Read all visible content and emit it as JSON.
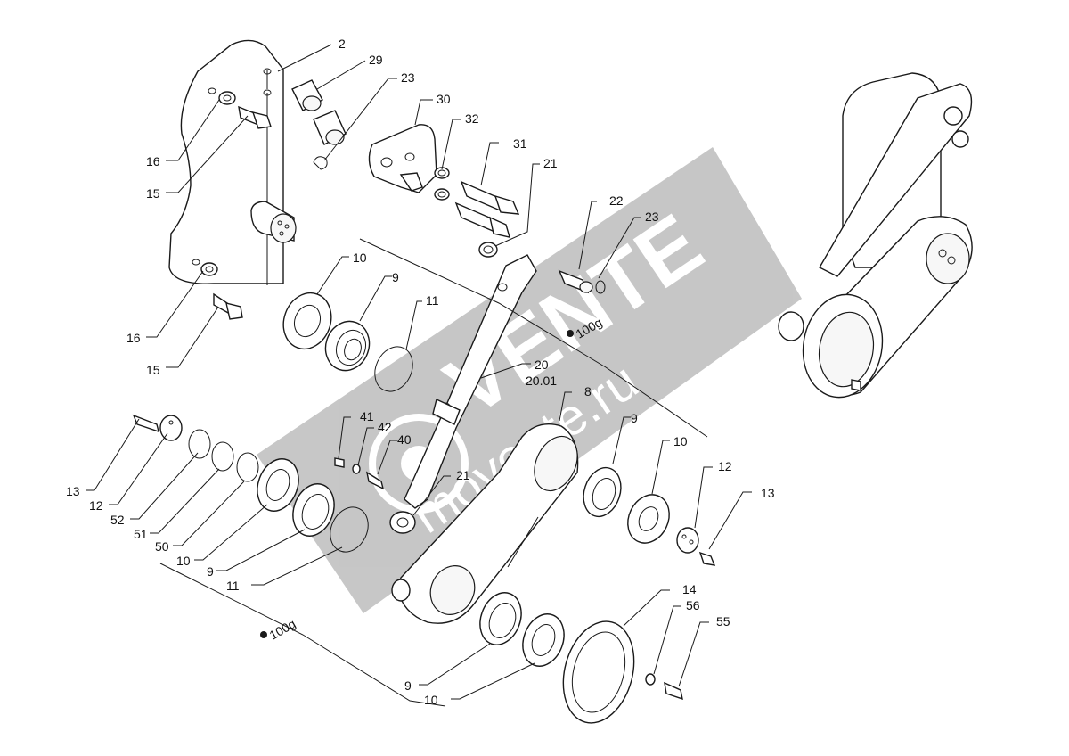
{
  "callouts": {
    "c2": "2",
    "c29": "29",
    "c23a": "23",
    "c30": "30",
    "c32": "32",
    "c31": "31",
    "c21a": "21",
    "c16a": "16",
    "c15a": "15",
    "c16b": "16",
    "c15b": "15",
    "c10a": "10",
    "c9a": "9",
    "c11a": "11",
    "c22": "22",
    "c23b": "23",
    "c20": "20",
    "c2001": "20.01",
    "c100a": "100g",
    "c8": "8",
    "c9b": "9",
    "c10b": "10",
    "c12a": "12",
    "c13a": "13",
    "c13b": "13",
    "c12b": "12",
    "c52": "52",
    "c51": "51",
    "c50": "50",
    "c10c": "10",
    "c9c": "9",
    "c11b": "11",
    "c41": "41",
    "c42": "42",
    "c40": "40",
    "c21b": "21",
    "c100b": "100g",
    "c14": "14",
    "c56": "56",
    "c55": "55",
    "c9d": "9",
    "c10d": "10"
  },
  "watermark": {
    "brand": "VENTE",
    "site": "movente.ru",
    "color": "#b4b4b4"
  }
}
